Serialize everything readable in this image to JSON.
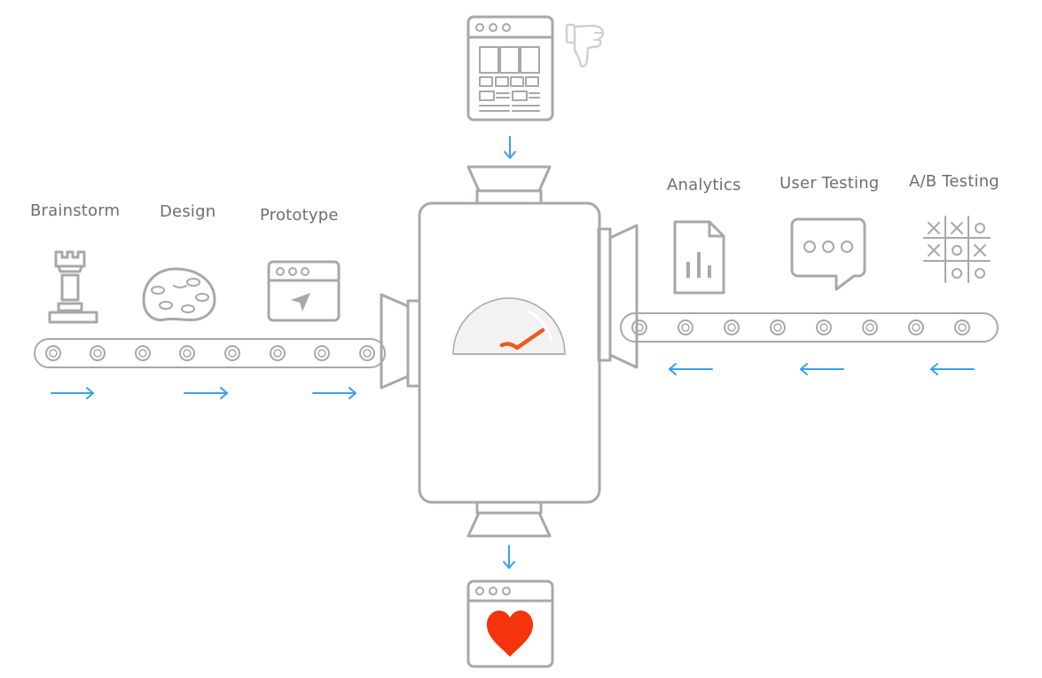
{
  "stages_left": [
    {
      "label": "Brainstorm",
      "icon": "chess-rook-icon"
    },
    {
      "label": "Design",
      "icon": "palette-icon"
    },
    {
      "label": "Prototype",
      "icon": "browser-cursor-icon"
    }
  ],
  "stages_right": [
    {
      "label": "Analytics",
      "icon": "document-chart-icon"
    },
    {
      "label": "User Testing",
      "icon": "speech-bubble-icon"
    },
    {
      "label": "A/B Testing",
      "icon": "tic-tac-toe-icon"
    }
  ],
  "input_icons": [
    "wireframe-browser-icon",
    "thumbs-down-icon"
  ],
  "output_icons": [
    "browser-heart-icon"
  ],
  "colors": {
    "outline": "#a7a8ab",
    "arrow": "#3aa0e8",
    "needle": "#f05a1e",
    "heart": "#f5330c",
    "gauge_fill": "#f2f2f3"
  }
}
